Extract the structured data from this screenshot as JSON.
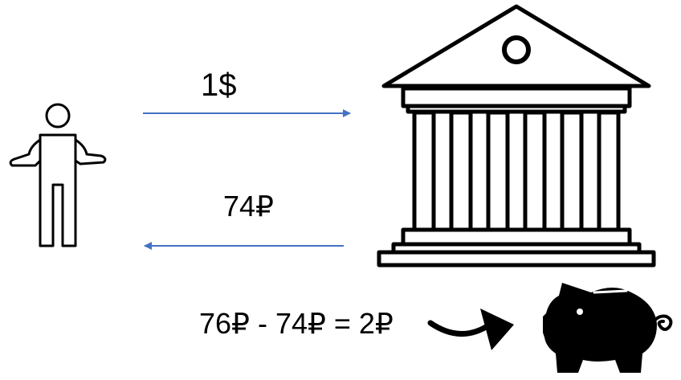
{
  "transfer": {
    "to_bank_amount": "1$",
    "from_bank_amount": "74₽"
  },
  "profit": {
    "equation": "76₽ - 74₽ = 2₽"
  },
  "icons": {
    "person": "person-shrug-icon",
    "bank": "bank-building-icon",
    "savings": "piggy-bank-icon"
  },
  "colors": {
    "arrow": "#4472C4",
    "ink": "#000000"
  }
}
